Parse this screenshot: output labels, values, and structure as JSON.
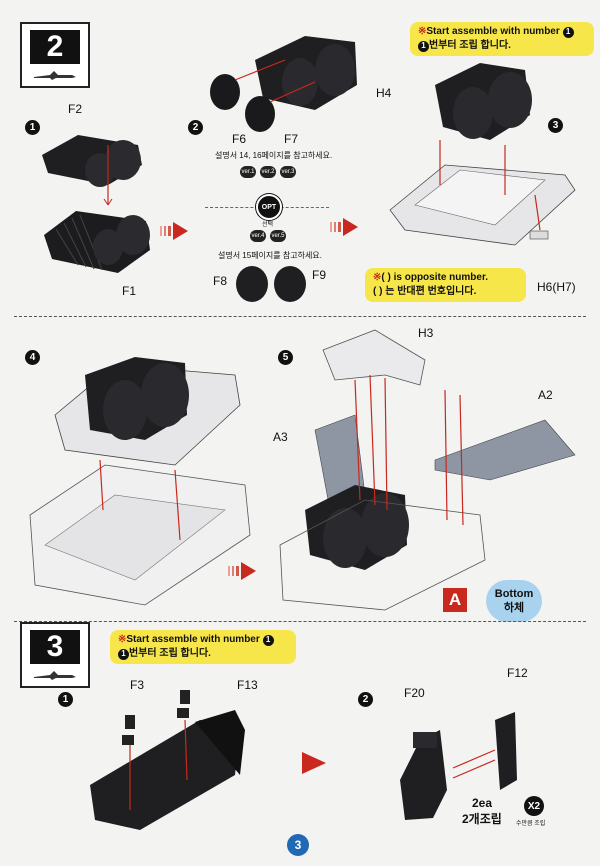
{
  "step2": {
    "number": "2",
    "note": {
      "en": "Start assemble with number",
      "kr": "번부터 조립 합니다."
    },
    "substeps": [
      "1",
      "2",
      "3"
    ],
    "labels": {
      "f2": "F2",
      "f1": "F1",
      "f6": "F6",
      "f7": "F7",
      "h4": "H4",
      "h6": "H6(H7)",
      "f8": "F8",
      "f9": "F9"
    },
    "ref_text_1": "설명서 14, 16페이지를 참고하세요.",
    "ref_text_2": "설명서 15페이지를 참고하세요.",
    "chips_top": [
      "ver.1",
      "ver.2",
      "ver.3"
    ],
    "chips_bottom": [
      "ver.4",
      "ver.5"
    ],
    "opt": {
      "label": "OPT",
      "sub": "선택"
    },
    "opposite_note": {
      "en": "( ) is opposite number.",
      "kr": "( ) 는 반대편 번호입니다."
    }
  },
  "step2b": {
    "substeps": [
      "4",
      "5"
    ],
    "labels": {
      "h3": "H3",
      "a3": "A3",
      "a2": "A2"
    },
    "badge": {
      "letter": "A",
      "en": "Bottom",
      "kr": "하체"
    }
  },
  "step3": {
    "number": "3",
    "note": {
      "en": "Start assemble with number",
      "kr": "번부터 조립 합니다."
    },
    "substeps": [
      "1",
      "2"
    ],
    "labels": {
      "f3": "F3",
      "f13": "F13",
      "f20": "F20",
      "f12": "F12"
    },
    "qty": {
      "en": "2ea",
      "kr": "2개조립",
      "badge": "X2",
      "badge_sub": "수만큼 조립"
    }
  },
  "page_number": "3",
  "colors": {
    "part_dark": "#1f1f22",
    "part_grey": "#8e96a4",
    "arrow_red": "#c8281d",
    "note_yellow": "#f7e64a",
    "badge_blue": "#a8d2ee"
  }
}
